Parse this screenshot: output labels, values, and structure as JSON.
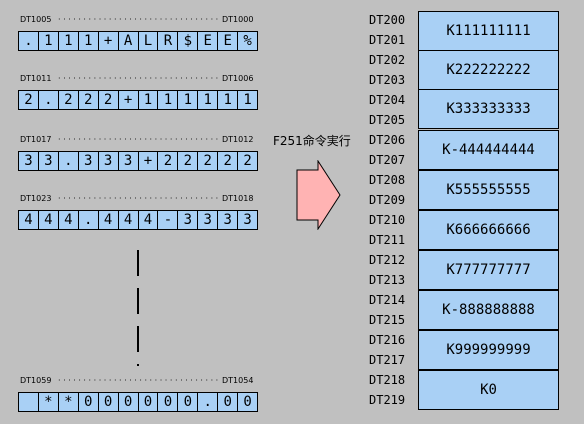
{
  "registers": [
    {
      "high": "DT1005",
      "low": "DT1000",
      "cells": [
        ".",
        "1",
        "1",
        "1",
        "+",
        "A",
        "L",
        "R",
        "$",
        "E",
        "E",
        "%"
      ]
    },
    {
      "high": "DT1011",
      "low": "DT1006",
      "cells": [
        "2",
        ".",
        "2",
        "2",
        "2",
        "+",
        "1",
        "1",
        "1",
        "1",
        "1",
        "1"
      ]
    },
    {
      "high": "DT1017",
      "low": "DT1012",
      "cells": [
        "3",
        "3",
        ".",
        "3",
        "3",
        "3",
        "+",
        "2",
        "2",
        "2",
        "2",
        "2"
      ]
    },
    {
      "high": "DT1023",
      "low": "DT1018",
      "cells": [
        "4",
        "4",
        "4",
        ".",
        "4",
        "4",
        "4",
        "-",
        "3",
        "3",
        "3",
        "3"
      ]
    },
    {
      "high": "DT1059",
      "low": "DT1054",
      "cells": [
        "",
        "*",
        "*",
        "0",
        "0",
        "0",
        "0",
        "0",
        "0",
        ".",
        "0",
        "0"
      ]
    }
  ],
  "instruction": "F251命令実行",
  "outputs": [
    {
      "labels": [
        "DT200",
        "DT201"
      ],
      "value": "K111111111"
    },
    {
      "labels": [
        "DT202",
        "DT203"
      ],
      "value": "K222222222"
    },
    {
      "labels": [
        "DT204",
        "DT205"
      ],
      "value": "K333333333"
    },
    {
      "labels": [
        "DT206",
        "DT207"
      ],
      "value": "K-444444444"
    },
    {
      "labels": [
        "DT208",
        "DT209"
      ],
      "value": "K555555555"
    },
    {
      "labels": [
        "DT210",
        "DT211"
      ],
      "value": "K666666666"
    },
    {
      "labels": [
        "DT212",
        "DT213"
      ],
      "value": "K777777777"
    },
    {
      "labels": [
        "DT214",
        "DT215"
      ],
      "value": "K-888888888"
    },
    {
      "labels": [
        "DT216",
        "DT217"
      ],
      "value": "K999999999"
    },
    {
      "labels": [
        "DT218",
        "DT219"
      ],
      "value": "K0"
    }
  ],
  "colors": {
    "cell_fill": "#a9d0f5",
    "arrow_fill": "#ffb3b3",
    "background": "#c0c0c0"
  }
}
